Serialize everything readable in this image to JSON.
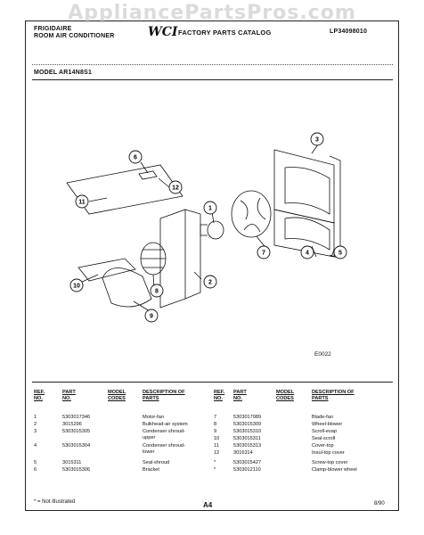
{
  "watermark": "AppliancePartsPros.com",
  "header": {
    "brand": "FRIGIDAIRE",
    "product": "ROOM AIR CONDITIONER",
    "logo": "WCI",
    "catalog": "FACTORY PARTS CATALOG",
    "catalog_no": "LP34098010",
    "model": "MODEL AR14N8S1"
  },
  "diagram": {
    "code": "E0022",
    "callouts": [
      "1",
      "2",
      "3",
      "4",
      "5",
      "6",
      "7",
      "8",
      "9",
      "10",
      "11",
      "12"
    ]
  },
  "table": {
    "headers": {
      "ref": "REF. NO.",
      "part": "PART NO.",
      "model": "MODEL CODES",
      "desc": "DESCRIPTION OF PARTS"
    },
    "left_rows": [
      {
        "ref": "1",
        "part": "5303017346",
        "desc": "Motor-fan"
      },
      {
        "ref": "2",
        "part": "3015296",
        "desc": "Bulkhead-air system"
      },
      {
        "ref": "3",
        "part": "5303015305",
        "desc": "Condenser shroud-upper"
      },
      {
        "ref": "4",
        "part": "5303015304",
        "desc": "Condenser shroud-lower"
      },
      {
        "ref": "5",
        "part": "3015311",
        "desc": "Seal-shroud"
      },
      {
        "ref": "6",
        "part": "5303015306",
        "desc": "Bracket"
      }
    ],
    "right_rows": [
      {
        "ref": "7",
        "part": "5303017089",
        "desc": "Blade-fan"
      },
      {
        "ref": "8",
        "part": "5303015309",
        "desc": "Wheel-blower"
      },
      {
        "ref": "9",
        "part": "5303015310",
        "desc": "Scroll-evap"
      },
      {
        "ref": "10",
        "part": "5303015311",
        "desc": "Seal-scroll"
      },
      {
        "ref": "11",
        "part": "5303015313",
        "desc": "Cover-top"
      },
      {
        "ref": "12",
        "part": "3016314",
        "desc": "Insul-top cover"
      },
      {
        "ref": "*",
        "part": "5303015427",
        "desc": "Screw-top cover"
      },
      {
        "ref": "*",
        "part": "5303012110",
        "desc": "Clamp-blower wheel"
      }
    ]
  },
  "footer": {
    "note": "* = Not Illustrated",
    "page": "A4",
    "date": "8/90"
  }
}
